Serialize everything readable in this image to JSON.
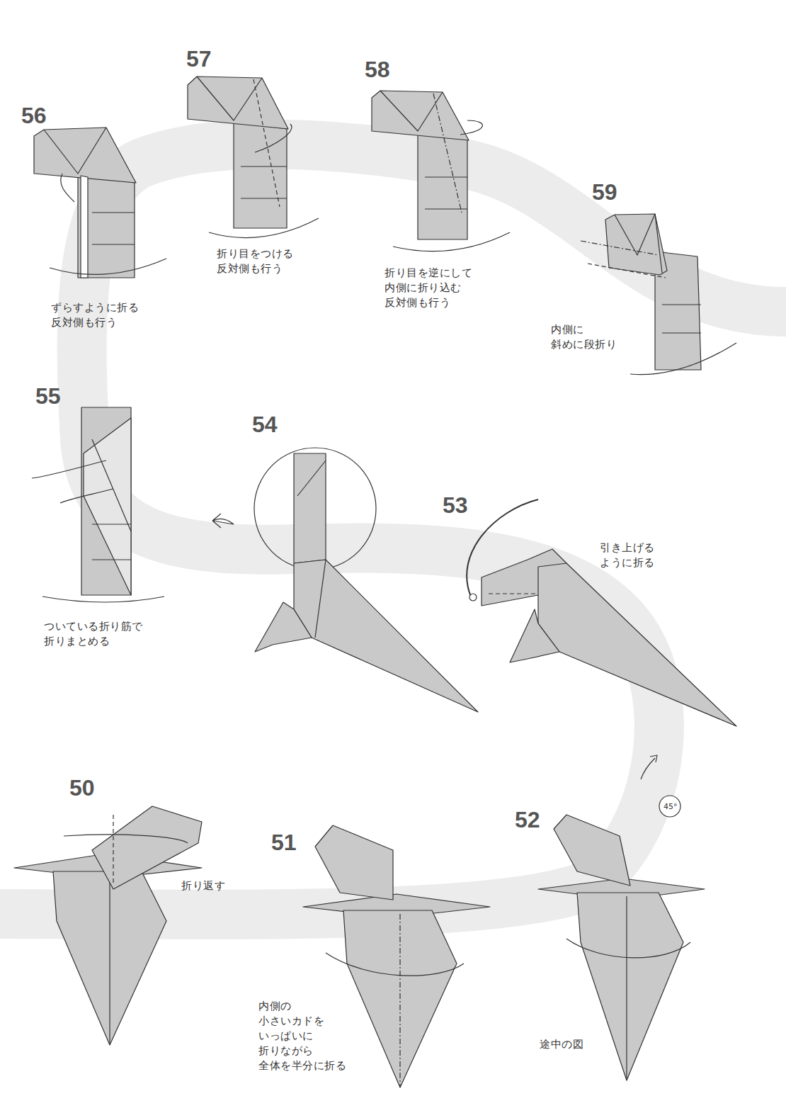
{
  "diagram": {
    "labels": [
      "56",
      "57",
      "58",
      "59",
      "折り目をつける 反対側も行う",
      "折り目を逆にして 内側に折り込む 反対側も行う",
      "ずらすように折る 反対側も行う",
      "内側に 斜めに段折り",
      "55",
      "54",
      "53",
      "引き上げる ように折る",
      "ついている折り筋で 折りまとめる",
      "50",
      "51",
      "52",
      "45°",
      "折り返す",
      "内側の 小さいカドを いっぱいに 折りながら 全体を半分に折る",
      "途中の図"
    ]
  }
}
